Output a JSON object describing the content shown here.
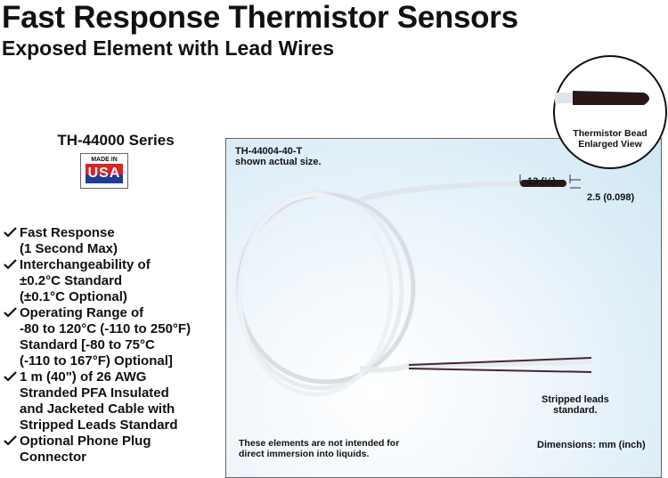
{
  "header": {
    "title": "Fast Response Thermistor Sensors",
    "subtitle": "Exposed Element with Lead Wires"
  },
  "series": {
    "name": "TH-44000 Series",
    "badge_top": "MADE IN",
    "badge_main": "USA"
  },
  "features": [
    [
      "Fast Response",
      "(1 Second Max)"
    ],
    [
      "Interchangeability of",
      "±0.2°C Standard",
      "(±0.1°C Optional)"
    ],
    [
      "Operating Range of",
      "-80 to 120°C (-110 to 250°F)",
      "Standard [-80 to 75°C",
      "(-110 to 167°F) Optional]"
    ],
    [
      "1 m (40\") of 26 AWG",
      "Stranded PFA Insulated",
      "and Jacketed Cable with",
      "Stripped Leads Standard"
    ],
    [
      "Optional Phone Plug",
      "Connector"
    ]
  ],
  "diagram": {
    "model_line1": "TH-44004-40-T",
    "model_line2": "shown actual size.",
    "length_dim": "13 (½)",
    "dia_dim": "2.5 (0.098)",
    "inset_line1": "Thermistor Bead",
    "inset_line2": "Enlarged View",
    "leads_line1": "Stripped leads",
    "leads_line2": "standard.",
    "warning_line1": "These elements are not intended for",
    "warning_line2": "direct immersion into liquids.",
    "units": "Dimensions: mm (inch)"
  }
}
